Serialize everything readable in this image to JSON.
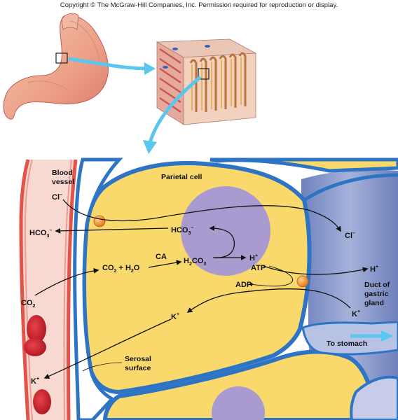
{
  "copyright": "Copyright © The McGraw-Hill Companies, Inc. Permission required for reproduction or display.",
  "labels": {
    "blood_vessel_line1": "Blood",
    "blood_vessel_line2": "vessel",
    "parietal_cell": "Parietal cell",
    "duct_line1": "Duct of",
    "duct_line2": "gastric",
    "duct_line3": "gland",
    "to_stomach": "To stomach",
    "serosal_line1": "Serosal",
    "serosal_line2": "surface"
  },
  "ions": {
    "cl_blood": "Cl",
    "cl_blood_sup": "–",
    "cl_lumen": "Cl",
    "cl_lumen_sup": "–",
    "hco3_blood": "HCO",
    "hco3_blood_sub": "3",
    "hco3_blood_sup": "–",
    "hco3_cell": "HCO",
    "hco3_cell_sub": "3",
    "hco3_cell_sup": "–",
    "co2_blood": "CO",
    "co2_blood_sub": "2",
    "reaction_co2": "CO",
    "reaction_co2_sub": "2",
    "reaction_plus_h2o": " + H",
    "reaction_h2o_sub": "2",
    "reaction_h2o_o": "O",
    "ca": "CA",
    "h2co3_h": "H",
    "h2co3_sub1": "2",
    "h2co3_co": "CO",
    "h2co3_sub2": "3",
    "h_cell": "H",
    "h_cell_sup": "+",
    "atp": "ATP",
    "adp": "ADP",
    "h_lumen": "H",
    "h_lumen_sup": "+",
    "k_lumen": "K",
    "k_lumen_sup": "+",
    "k_cell": "K",
    "k_cell_sup": "+",
    "k_blood": "K",
    "k_blood_sup": "+"
  },
  "colors": {
    "cytoplasm": "#f9d96b",
    "membrane": "#2e74c4",
    "nucleus": "#a99bd0",
    "duct": "#8a98c8",
    "vessel_wall": "#e4534a",
    "vessel_lumen": "#f7d9d2",
    "rbc": "#c8202a",
    "pump": "#ef8a25",
    "arrow_cyan": "#5bc6ee"
  }
}
